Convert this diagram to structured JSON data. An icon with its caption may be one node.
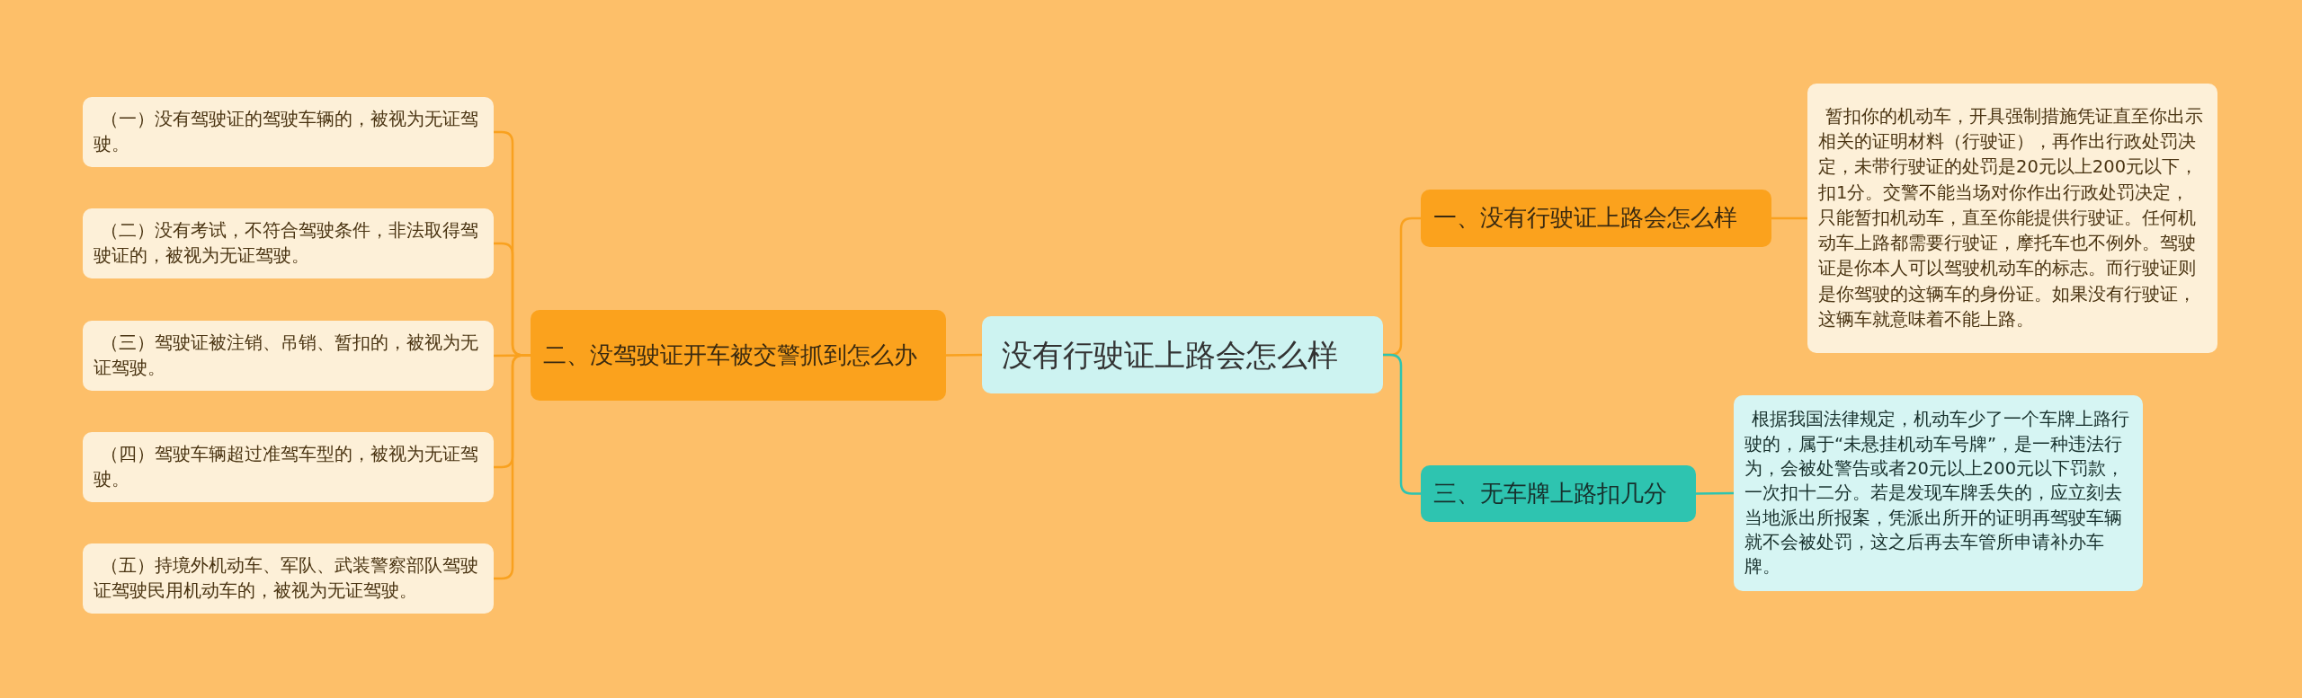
{
  "diagram": {
    "nodes": [
      {
        "text": [
          "没有行驶证上路会怎么样"
        ]
      },
      {
        "text": [
          "一、没有行驶证上路会怎么样"
        ]
      },
      {
        "text": [
          "暂扣你的机动车，开具强制措施凭证直至你出示相关的证明材料（行驶证），再作出行政处罚决定，未带行驶证的处罚是20元以上200元以下，扣1分。交警不能当场对你作出行政处罚决定，只能暂扣机动车，直至你能提供行驶证。任何机动车上路都需要行驶证，摩托车也不例外。驾驶证是你本人可以驾驶机动车的标志。而行驶证则是你驾驶的这辆车的身份证。如果没有行驶证，这辆车就意味着不能上路。"
        ]
      },
      {
        "text": [
          "二、没驾驶证开车被交警抓到怎么办"
        ]
      },
      {
        "text": [
          "（一）没有驾驶证的驾驶车辆的，被视为无证驾驶。"
        ]
      },
      {
        "text": [
          "（二）没有考试，不符合驾驶条件，非法取得驾驶证的，被视为无证驾驶。"
        ]
      },
      {
        "text": [
          "（三）驾驶证被注销、吊销、暂扣的，被视为无证驾驶。"
        ]
      },
      {
        "text": [
          "（四）驾驶车辆超过准驾车型的，被视为无证驾驶。"
        ]
      },
      {
        "text": [
          "（五）持境外机动车、军队、武装警察部队驾驶证驾驶民用机动车的，被视为无证驾驶。"
        ]
      },
      {
        "text": [
          "三、无车牌上路扣几分"
        ]
      },
      {
        "text": [
          "根据我国法律规定，机动车少了一个车牌上路行驶的，属于“未悬挂机动车号牌”，是一种违法行为，会被处警告或者20元以上200元以下罚款，一次扣十二分。若是发现车牌丢失的，应立刻去当地派出所报案，凭派出所开的证明再驾驶车辆就不会被处罚，这之后再去车管所申请补办车牌。"
        ]
      }
    ],
    "edges": [
      {
        "from": 0,
        "to": 1,
        "arrow": "none"
      },
      {
        "from": 1,
        "to": 2,
        "arrow": "none"
      },
      {
        "from": 0,
        "to": 3,
        "arrow": "none"
      },
      {
        "from": 3,
        "to": 4,
        "arrow": "none"
      },
      {
        "from": 3,
        "to": 5,
        "arrow": "none"
      },
      {
        "from": 3,
        "to": 6,
        "arrow": "none"
      },
      {
        "from": 3,
        "to": 7,
        "arrow": "none"
      },
      {
        "from": 3,
        "to": 8,
        "arrow": "none"
      },
      {
        "from": 0,
        "to": 9,
        "arrow": "none",
        "color": "#2ec4b0"
      },
      {
        "from": 9,
        "to": 10,
        "arrow": "none",
        "color": "#2ec4b0"
      }
    ]
  }
}
